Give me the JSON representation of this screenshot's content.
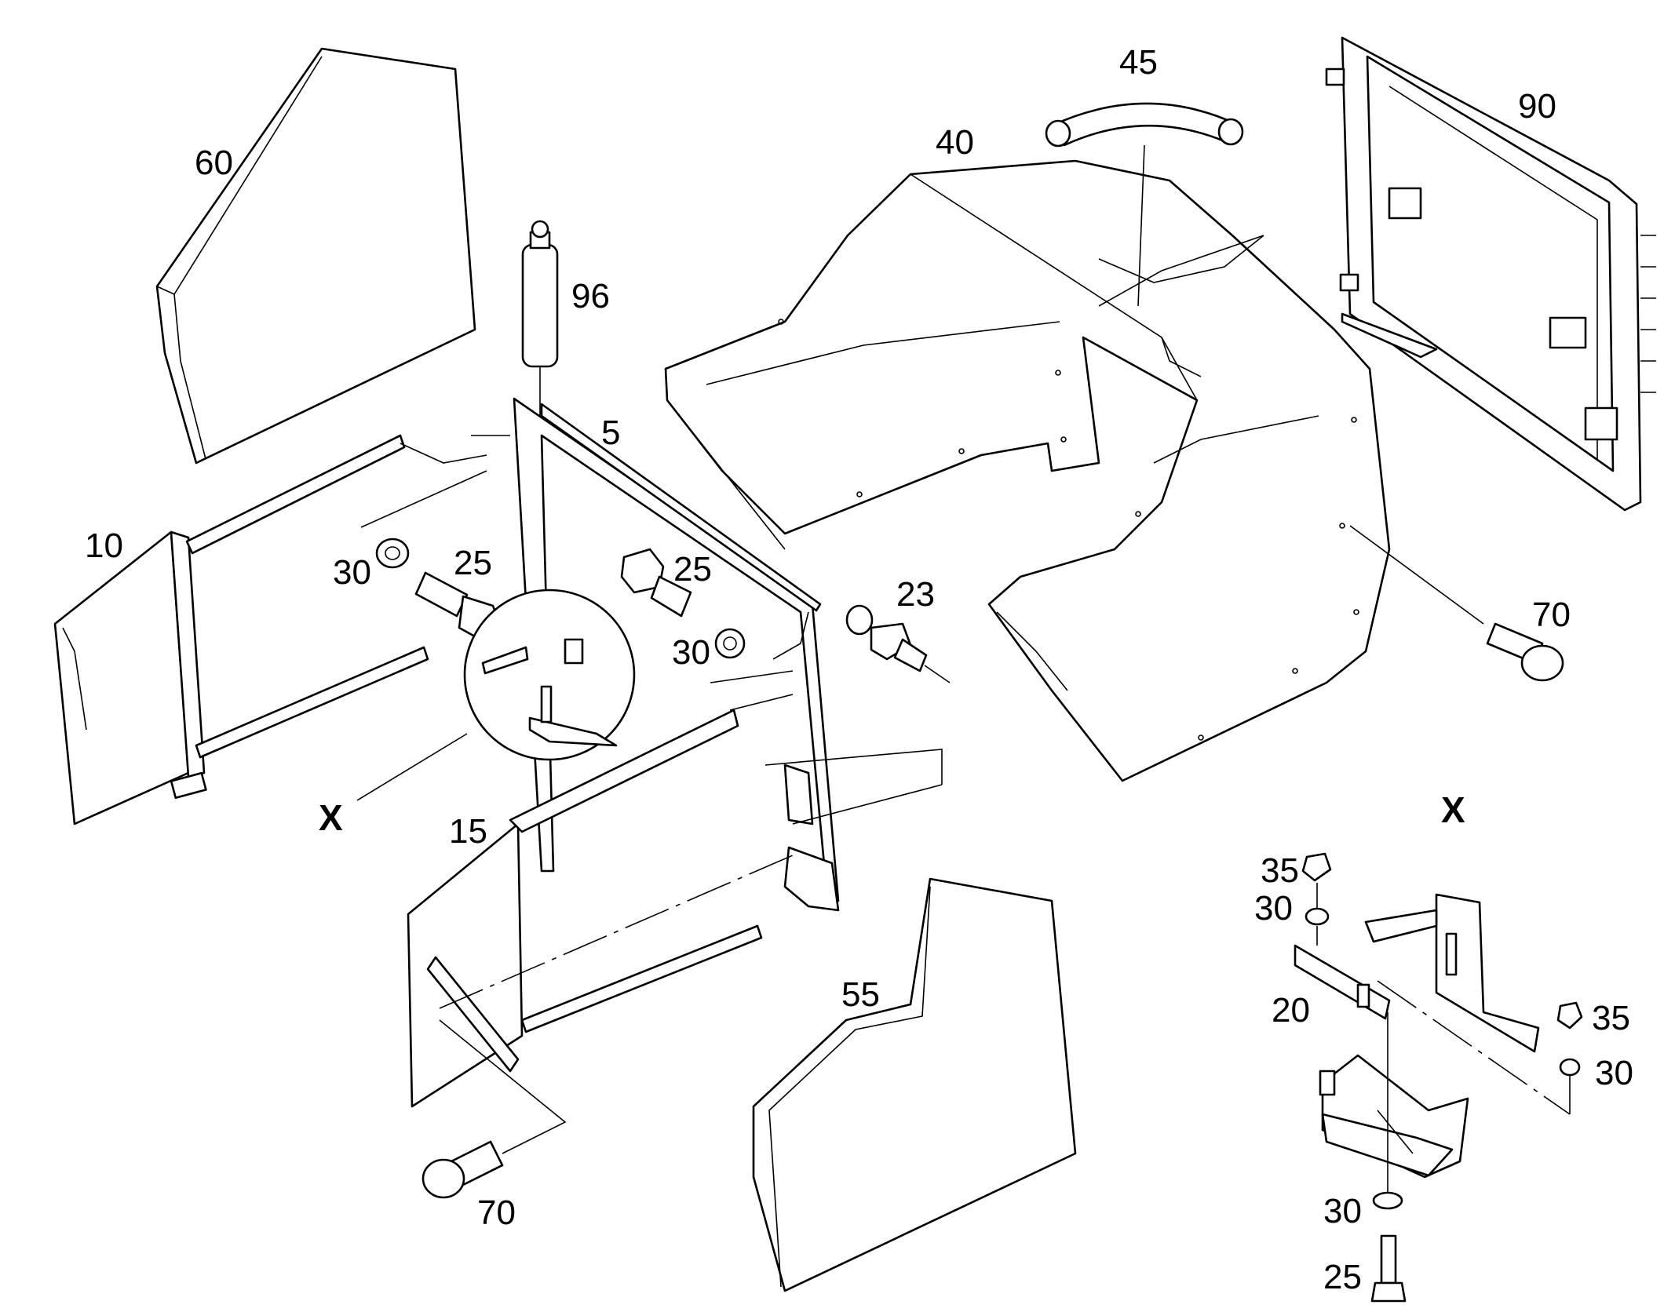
{
  "callouts": {
    "c60": "60",
    "c96": "96",
    "c5": "5",
    "c40": "40",
    "c45": "45",
    "c90": "90",
    "c10": "10",
    "c30_a": "30",
    "c25_a": "25",
    "c25_b": "25",
    "c23": "23",
    "c30_b": "30",
    "c70_a": "70",
    "c15": "15",
    "c55": "55",
    "c70_b": "70",
    "c35_a": "35",
    "c30_c": "30",
    "c20": "20",
    "c35_b": "35",
    "c30_d": "30",
    "c30_e": "30",
    "c25_c": "25"
  },
  "detail_marker": "X",
  "detail_title": "X"
}
